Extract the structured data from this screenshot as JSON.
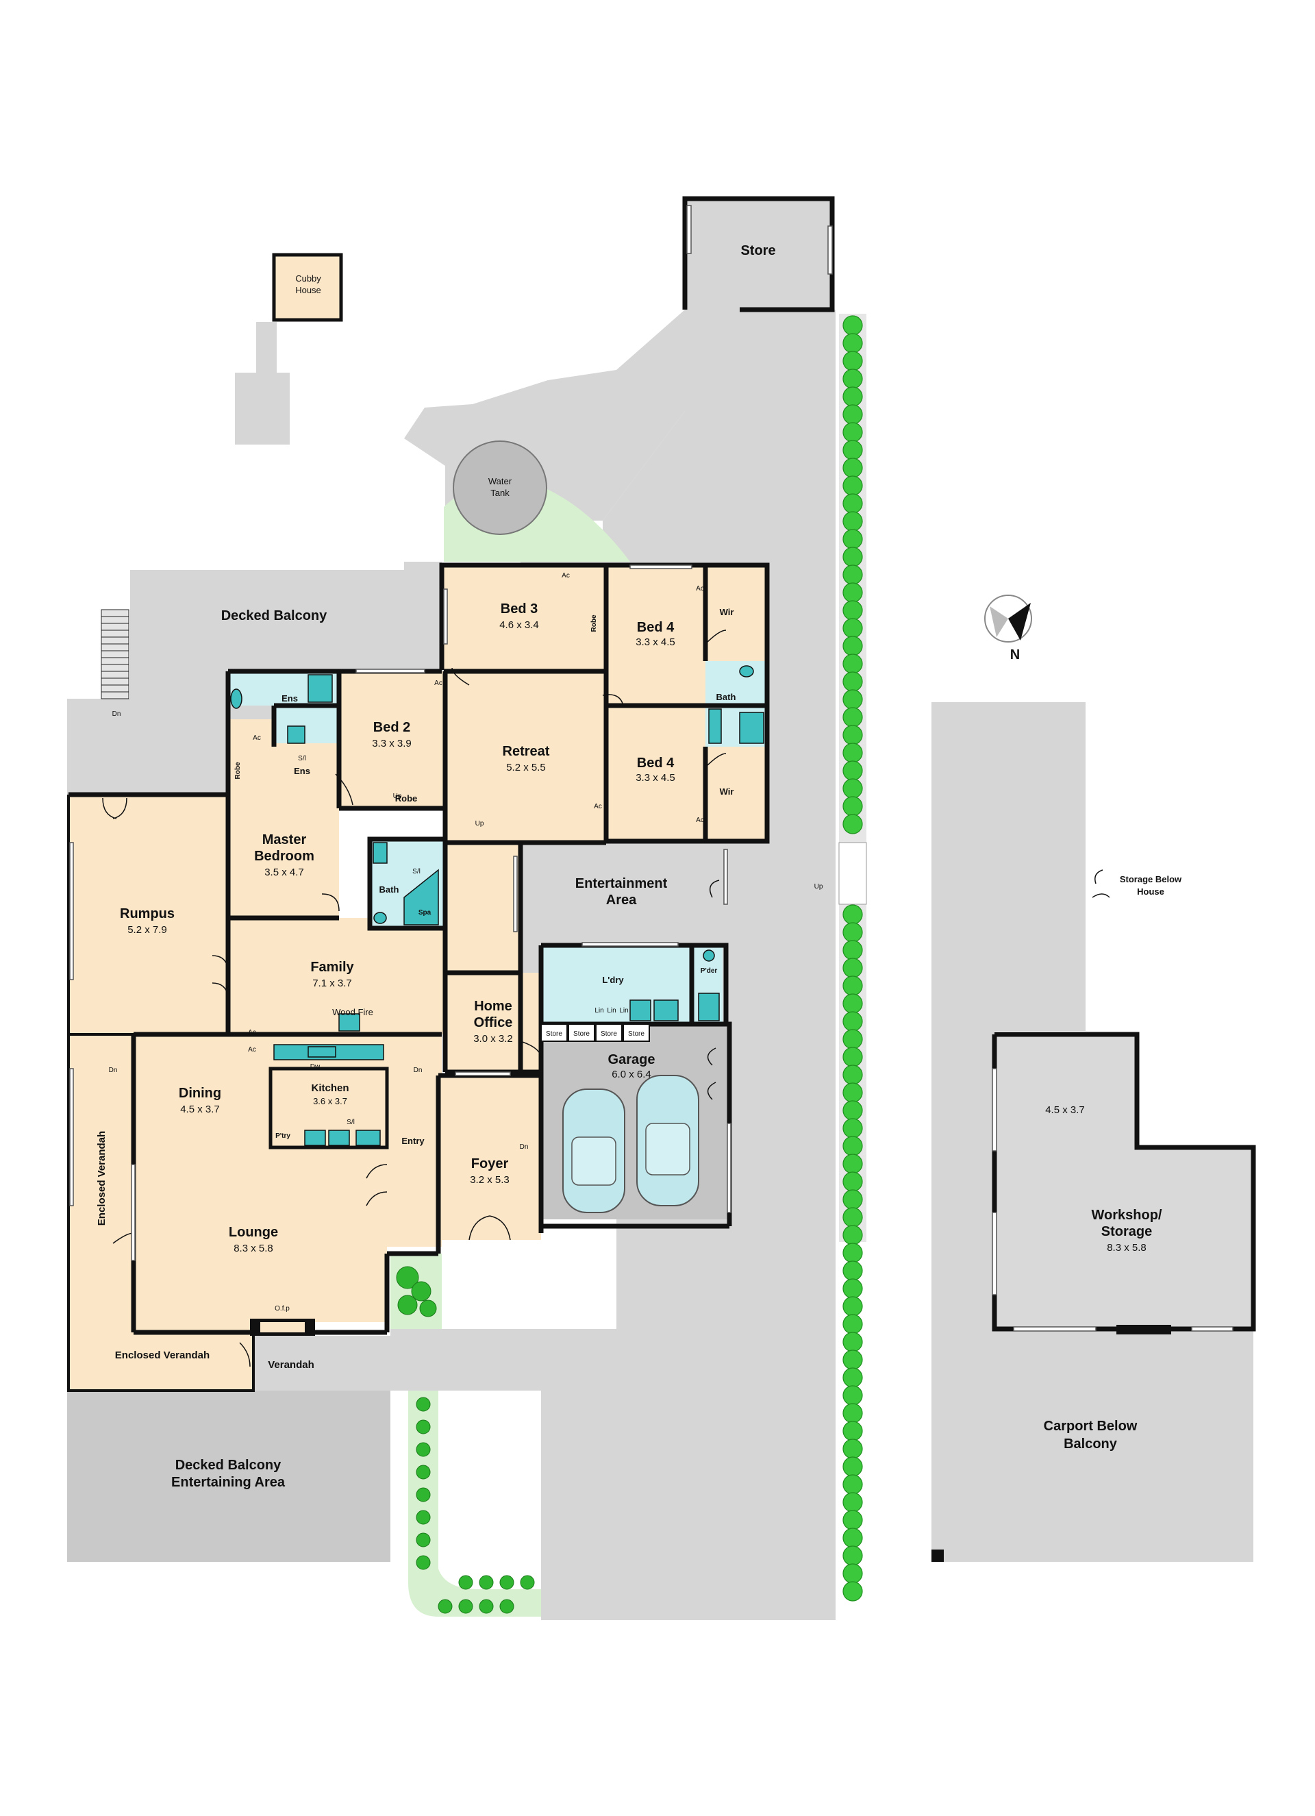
{
  "rooms": {
    "cubby": "Cubby House",
    "store": "Store",
    "water_tank": "Water Tank",
    "decked_balcony_top": "Decked Balcony",
    "bed3": {
      "name": "Bed 3",
      "dim": "4.6 x 3.4"
    },
    "bed4a": {
      "name": "Bed 4",
      "dim": "3.3 x 4.5"
    },
    "bed4b": {
      "name": "Bed 4",
      "dim": "3.3 x 4.5"
    },
    "bed2": {
      "name": "Bed 2",
      "dim": "3.3 x 3.9"
    },
    "retreat": {
      "name": "Retreat",
      "dim": "5.2 x 5.5"
    },
    "master": {
      "name": "Master Bedroom",
      "dim": "3.5 x 4.7"
    },
    "rumpus": {
      "name": "Rumpus",
      "dim": "5.2 x 7.9"
    },
    "family": {
      "name": "Family",
      "dim": "7.1 x 3.7"
    },
    "entertainment": "Entertainment Area",
    "home_office": {
      "name": "Home Office",
      "dim": "3.0 x 3.2"
    },
    "garage": {
      "name": "Garage",
      "dim": "6.0 x 6.4"
    },
    "dining": {
      "name": "Dining",
      "dim": "4.5 x 3.7"
    },
    "kitchen": {
      "name": "Kitchen",
      "dim": "3.6 x 3.7"
    },
    "foyer": {
      "name": "Foyer",
      "dim": "3.2 x 5.3"
    },
    "lounge": {
      "name": "Lounge",
      "dim": "8.3 x 5.8"
    },
    "workshop": {
      "name": "Workshop/ Storage",
      "dim": "8.3 x 5.8",
      "dim2": "4.5 x 3.7"
    },
    "carport": "Carport Below Balcony",
    "storage_below": "Storage Below House",
    "decked_balcony_bottom": "Decked Balcony Entertaining Area",
    "enclosed_verandah": "Enclosed Verandah",
    "verandah": "Verandah"
  },
  "small_labels": {
    "ens": "Ens",
    "wir": "Wir",
    "bath": "Bath",
    "robe": "Robe",
    "spa": "Spa",
    "ldry": "L'dry",
    "pder": "P'der",
    "ptry": "P'try",
    "entry": "Entry",
    "wood_fire": "Wood Fire",
    "ofp": "O.f.p",
    "store": "Store",
    "lin": "Lin",
    "up": "Up",
    "dn": "Dn",
    "ac": "Ac",
    "sl": "S/l",
    "dw": "Dw"
  },
  "compass": "N",
  "colors": {
    "room": "#fbe6c8",
    "wet": "#cdeff2",
    "grey": "#d6d6d6",
    "hedge": "#3cc83c",
    "fixture": "#3fbfc0"
  }
}
